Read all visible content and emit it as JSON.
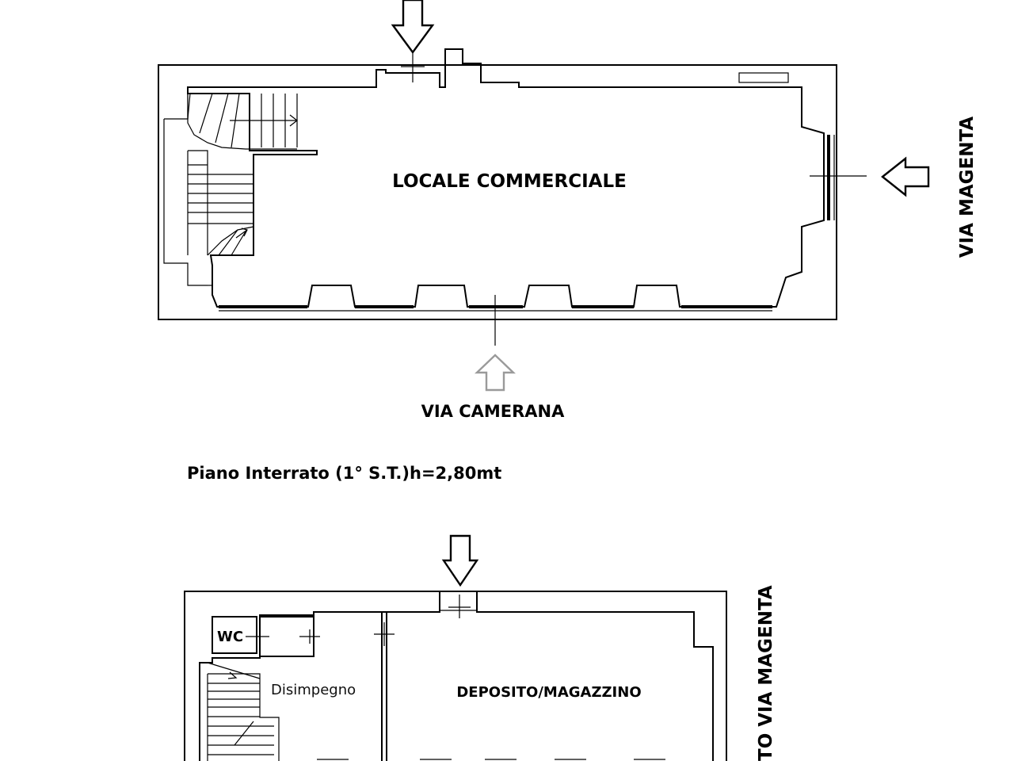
{
  "top_plan": {
    "room_label": "LOCALE COMMERCIALE",
    "street_bottom": "VIA CAMERANA",
    "street_right": "VIA MAGENTA"
  },
  "floor_title": "Piano Interrato (1° S.T.)h=2,80mt",
  "bottom_plan": {
    "wc_label": "WC",
    "hall_label": "Disimpegno",
    "storage_label": "DEPOSITO/MAGAZZINO",
    "street_right": "TO VIA MAGENTA"
  }
}
